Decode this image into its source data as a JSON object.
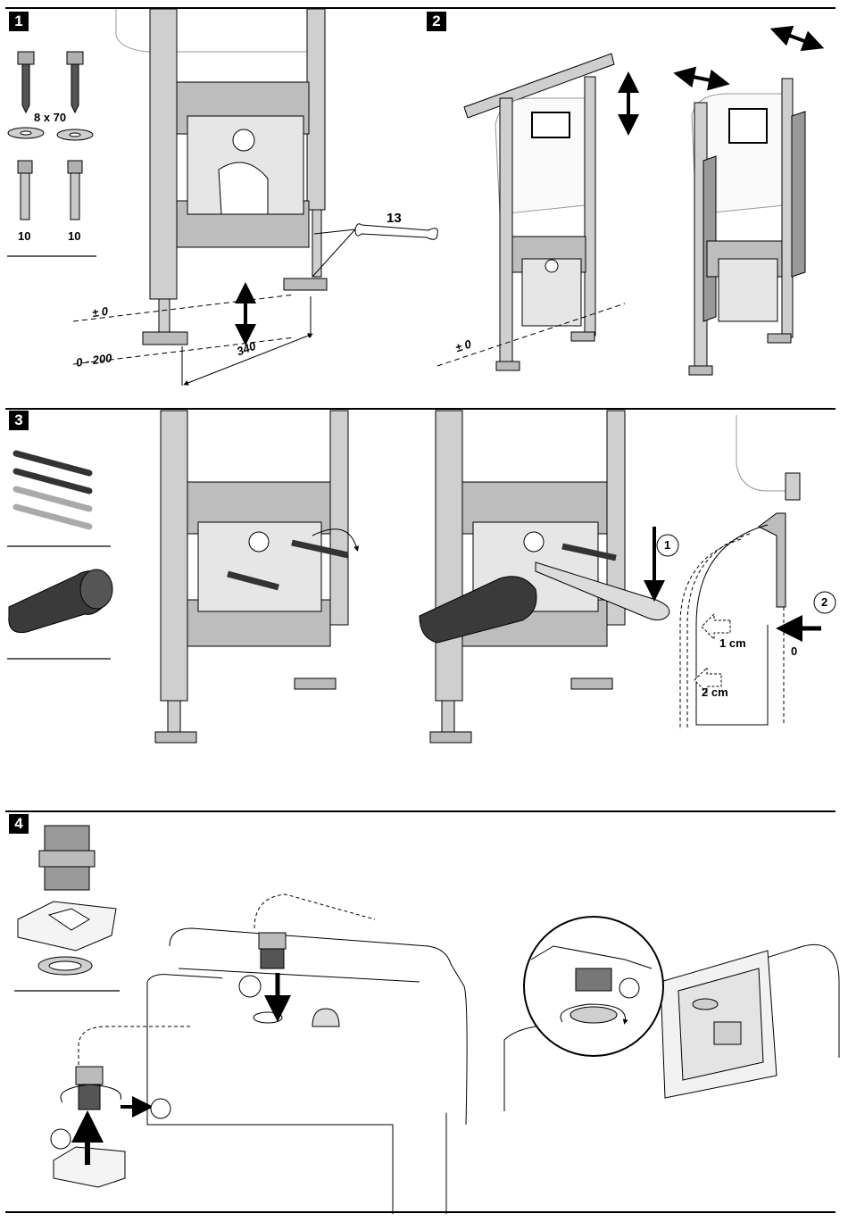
{
  "steps": {
    "s1": "1",
    "s2": "2",
    "s3": "3",
    "s4": "4"
  },
  "step1": {
    "screw_size": "8 x 70",
    "bolt_left": "10",
    "bolt_right": "10",
    "wrench_size": "13",
    "level_zero": "± 0",
    "level_range": "0 - 200",
    "width": "340"
  },
  "step2": {
    "level_zero": "± 0"
  },
  "step3": {
    "callout_1": "1",
    "callout_2": "2",
    "offset_1cm": "1 cm",
    "offset_2cm": "2 cm",
    "offset_0": "0"
  },
  "colors": {
    "frame_gray": "#b8b8b8",
    "dark_part": "#3a3a3a",
    "line": "#000000"
  }
}
